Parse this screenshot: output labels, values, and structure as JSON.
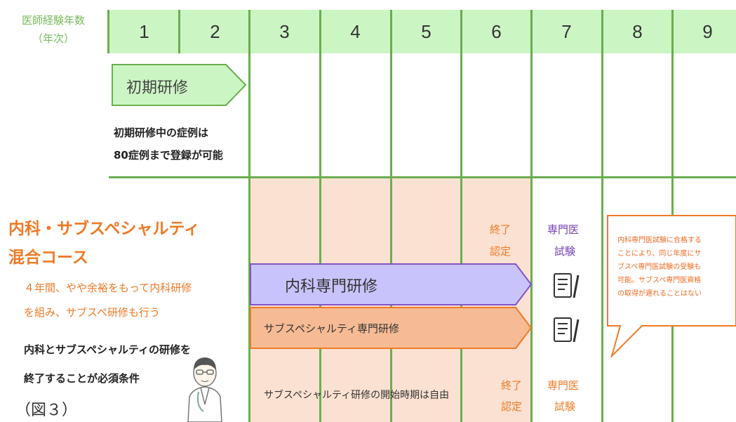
{
  "header": {
    "label_line1": "医師経験年数",
    "label_line2": "（年次）",
    "years": [
      "1",
      "2",
      "3",
      "4",
      "5",
      "6",
      "7",
      "8",
      "9"
    ]
  },
  "initial_training": {
    "label": "初期研修",
    "note_line1": "初期研修中の症例は",
    "note_line2": "80症例まで登録が可能"
  },
  "course": {
    "title_line1": "内科・サブスペシャルティ",
    "title_line2": "混合コース",
    "desc_line1": "４年間、やや余裕をもって内科研修",
    "desc_line2": "を組み、サブスペ研修も行う",
    "cond_line1": "内科とサブスペシャルティの研修を",
    "cond_line2": "終了することが必須条件",
    "figure_label": "（図３）"
  },
  "bars": {
    "internal": "内科専門研修",
    "subspecialty": "サブスペシャルティ専門研修"
  },
  "completion_top": {
    "line1": "終了",
    "line2": "認定"
  },
  "completion_bottom": {
    "line1": "終了",
    "line2": "認定"
  },
  "exam_top": {
    "line1": "専門医",
    "line2": "試験"
  },
  "exam_bottom": {
    "line1": "専門医",
    "line2": "試験"
  },
  "start_note": "サブスペシャルティ研修の開始時期は自由",
  "callout": {
    "lines": [
      "内科専門医試験に合格する",
      "ことにより、同じ年度にサ",
      "ブスペ専門医試験の受験も",
      "可能。サブスペ専門医資格",
      "の取得が遅れることはない"
    ]
  },
  "colors": {
    "grid_green": "#6aae4f",
    "header_green": "#ccf5c4",
    "orange": "#ef7a27",
    "purple": "#7440b5",
    "background_orange": "#fbe1d1"
  }
}
